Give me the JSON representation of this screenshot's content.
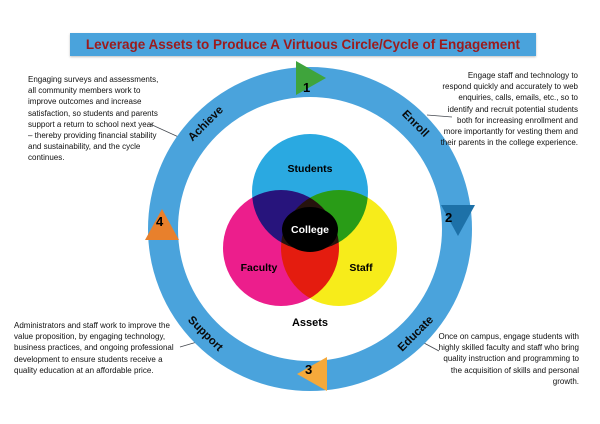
{
  "title": "Leverage Assets to Produce A Virtuous Circle/Cycle of Engagement",
  "ring": {
    "achieve": "Achieve",
    "enroll": "Enroll",
    "educate": "Educate",
    "support": "Support"
  },
  "steps": {
    "one": "1",
    "two": "2",
    "three": "3",
    "four": "4"
  },
  "venn": {
    "students": "Students",
    "faculty": "Faculty",
    "staff": "Staff",
    "center": "College",
    "caption": "Assets"
  },
  "notes": {
    "top_left": "Engaging surveys and assessments, all community members work to improve outcomes and increase satisfaction, so students and parents support a return to school next year – thereby providing financial stability and sustainability, and the cycle continues.",
    "top_right": "Engage staff and technology to respond quickly and accurately to web enquiries, calls, emails, etc., so to identify and recruit potential students both for increasing enrollment and more importantly for vesting them and their parents in the college experience.",
    "bottom_left": "Administrators and staff work to improve the value proposition, by engaging technology, business practices, and ongoing professional development to ensure students receive a quality education at an affordable price.",
    "bottom_right": "Once on campus, engage students with highly skilled faculty and staff who bring quality instruction and programming to the acquisition of skills and personal growth."
  },
  "colors": {
    "ring_blue": "#4aa3dc",
    "title_text_red": "#9c1b1c",
    "arrow_1_green": "#3fa43c",
    "arrow_2_blue": "#1d71a8",
    "arrow_3_yellow": "#f5a93b",
    "arrow_4_orange": "#e8802c",
    "students_blue": "#2aa9e1",
    "faculty_magenta": "#ec1e8c",
    "staff_yellow": "#f7ec1a",
    "college_black": "#000000"
  }
}
